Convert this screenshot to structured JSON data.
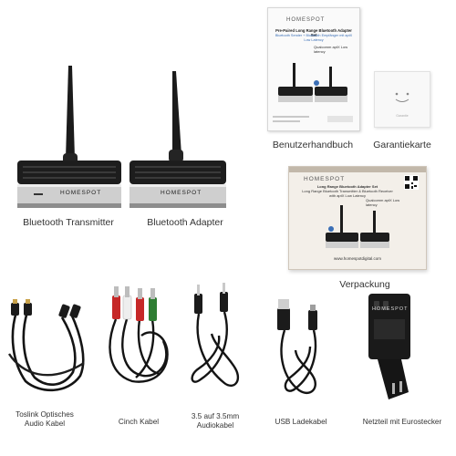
{
  "brand": "HOMESPOT",
  "items": {
    "transmitter": "Bluetooth Transmitter",
    "adapter": "Bluetooth Adapter",
    "manual": "Benutzerhandbuch",
    "warranty": "Garantiekarte",
    "packaging": "Verpackung",
    "toslink": "Toslink Optisches\nAudio Kabel",
    "cinch": "Cinch Kabel",
    "aux": "3.5 auf 3.5mm\nAudiokabel",
    "usb": "USB Ladekabel",
    "charger": "Netzteil mit Eurostecker"
  },
  "manual": {
    "title": "Pre-Paired Long Range Bluetooth Adapter Set",
    "subtitle": "Bluetooth Sender + Bluetooth Empfänger mit aptX Low Latency",
    "qualcomm": "Qualcomm aptX Low latency"
  },
  "warranty_card": {
    "text": "Garantie"
  },
  "box": {
    "line1": "Long Range Bluetooth Adapter Set",
    "line2": "Long Range Bluetooth Transmitter & Bluetooth Receiver",
    "line3": "with aptX Low Latency",
    "qualcomm": "Qualcomm aptX Low latency",
    "url": "www.homespotdigital.com"
  },
  "colors": {
    "device_body": "#1d1d1d",
    "device_silver": "#cfcfcf",
    "accent_blue": "#3b6fb6",
    "box_tan": "#f3efe9"
  }
}
